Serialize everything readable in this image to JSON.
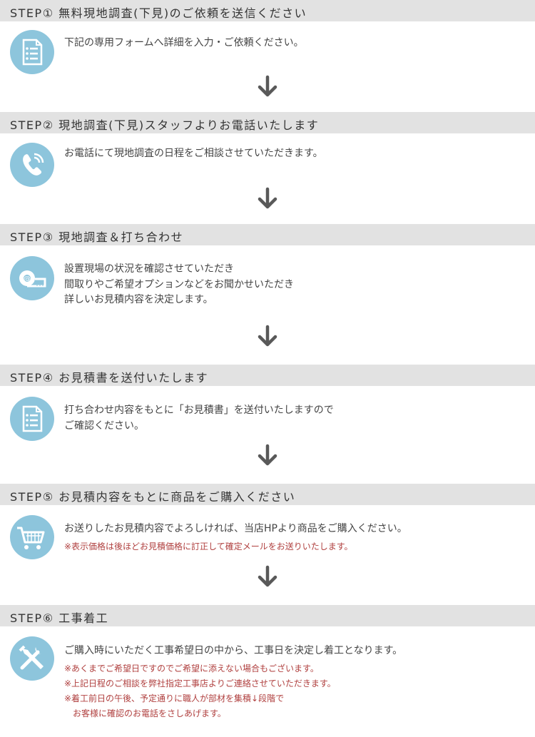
{
  "accent_color": "#8dc5dc",
  "note_color": "#b0403f",
  "steps": [
    {
      "title": "STEP① 無料現地調査(下見)のご依頼を送信ください",
      "icon": "document-list-icon",
      "lines": [
        "下記の専用フォームへ詳細を入力・ご依頼ください。"
      ],
      "notes": []
    },
    {
      "title": "STEP② 現地調査(下見)スタッフよりお電話いたします",
      "icon": "phone-icon",
      "lines": [
        "お電話にて現地調査の日程をご相談させていただきます。"
      ],
      "notes": []
    },
    {
      "title": "STEP③ 現地調査＆打ち合わせ",
      "icon": "tape-measure-icon",
      "lines": [
        "設置現場の状況を確認させていただき",
        "間取りやご希望オプションなどをお聞かせいただき",
        "詳しいお見積内容を決定します。"
      ],
      "notes": []
    },
    {
      "title": "STEP④ お見積書を送付いたします",
      "icon": "document-list-icon",
      "lines": [
        "打ち合わせ内容をもとに「お見積書」を送付いたしますので",
        "ご確認ください。"
      ],
      "notes": []
    },
    {
      "title": "STEP⑤ お見積内容をもとに商品をご購入ください",
      "icon": "shopping-cart-icon",
      "lines": [
        "お送りしたお見積内容でよろしければ、当店HPより商品をご購入ください。"
      ],
      "notes": [
        "※表示価格は後ほどお見積価格に訂正して確定メールをお送りいたします。"
      ]
    },
    {
      "title": "STEP⑥ 工事着工",
      "icon": "tools-icon",
      "lines": [
        "ご購入時にいただく工事希望日の中から、工事日を決定し着工となります。"
      ],
      "notes": [
        "※あくまでご希望日ですのでご希望に添えない場合もございます。",
        "※上記日程のご相談を弊社指定工事店よりご連絡させていただきます。",
        "※着工前日の午後、予定通りに職人が部材を集積↓段階で",
        "　お客様に確認のお電話をさしあげます。"
      ]
    }
  ]
}
